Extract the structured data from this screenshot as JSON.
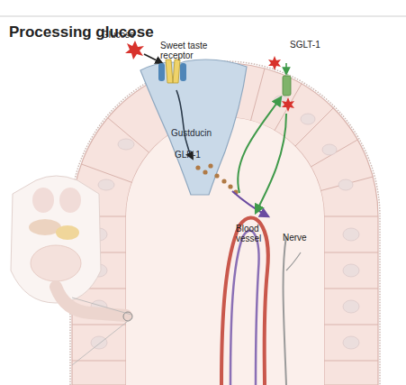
{
  "diagram": {
    "title": "Processing glucose",
    "nodes": [
      {
        "text": [
          "Gustducin",
          "GLP-1"
        ]
      }
    ],
    "labels": [
      "Glucose",
      "Sweet taste receptor",
      "SGLT-1",
      "Blood vessel",
      "Nerve"
    ]
  }
}
